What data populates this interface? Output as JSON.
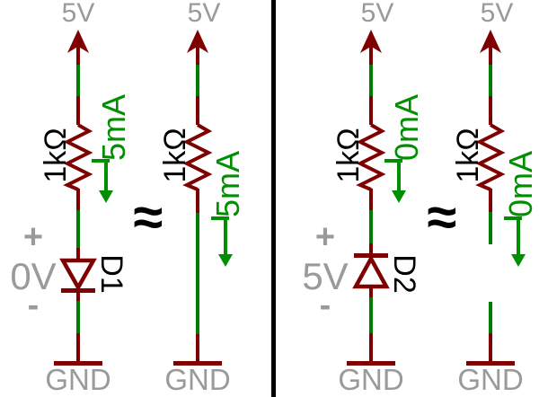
{
  "colors": {
    "wire_maroon": "#7f0000",
    "wire_green": "#007c00",
    "current_green": "#008f00",
    "label_gray": "#9a9a9a"
  },
  "left_panel": {
    "circuit": {
      "rail_top": "5V",
      "rail_bottom": "GND",
      "resistor": "1kΩ",
      "current": "5mA",
      "diode": {
        "name": "D1",
        "voltage": "0V",
        "polarity_plus": "+",
        "polarity_minus": "-"
      }
    },
    "approx": "≈",
    "equivalent": {
      "rail_top": "5V",
      "rail_bottom": "GND",
      "resistor": "1kΩ",
      "current": "5mA",
      "depicted_as": "short-circuit"
    }
  },
  "right_panel": {
    "circuit": {
      "rail_top": "5V",
      "rail_bottom": "GND",
      "resistor": "1kΩ",
      "current": "0mA",
      "diode": {
        "name": "D2",
        "voltage": "5V",
        "polarity_plus": "+",
        "polarity_minus": "-"
      }
    },
    "approx": "≈",
    "equivalent": {
      "rail_top": "5V",
      "rail_bottom": "GND",
      "resistor": "1kΩ",
      "current": "0mA",
      "depicted_as": "open-circuit"
    }
  }
}
